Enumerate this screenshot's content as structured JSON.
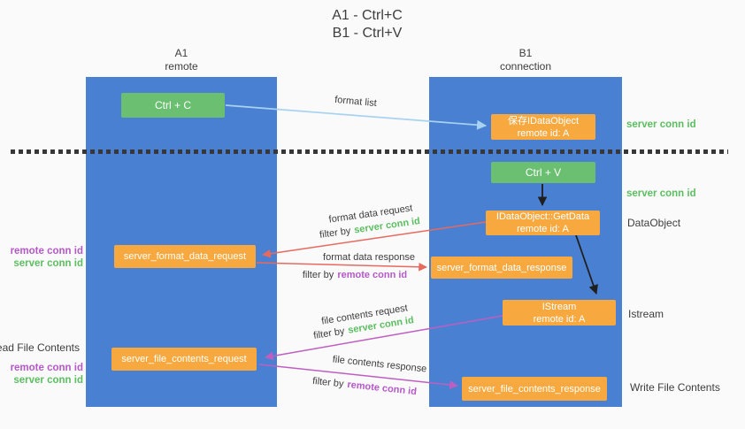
{
  "title": {
    "line1": "A1 - Ctrl+C",
    "line2": "B1 - Ctrl+V"
  },
  "lanes": {
    "left": {
      "name": "A1",
      "role": "remote"
    },
    "right": {
      "name": "B1",
      "role": "connection"
    }
  },
  "nodes": {
    "ctrl_c": {
      "label": "Ctrl + C"
    },
    "ctrl_v": {
      "label": "Ctrl + V"
    },
    "save_dataobject": {
      "line1": "保存IDataObject",
      "line2": "remote id: A"
    },
    "getdata": {
      "line1": "IDataObject::GetData",
      "line2": "remote id: A"
    },
    "istream": {
      "line1": "IStream",
      "line2": "remote id: A"
    },
    "server_format_data_request": {
      "label": "server_format_data_request"
    },
    "server_format_data_response": {
      "label": "server_format_data_response"
    },
    "server_file_contents_request": {
      "label": "server_file_contents_request"
    },
    "server_file_contents_response": {
      "label": "server_file_contents_response"
    }
  },
  "edge_labels": {
    "format_list": "format list",
    "format_data_request": "format data request",
    "format_data_response": "format data response",
    "file_contents_request": "file contents request",
    "file_contents_response": "file contents response",
    "filter_by": "filter by",
    "server_conn_id": "server conn id",
    "remote_conn_id": "remote conn id"
  },
  "side_labels": {
    "right_server_conn_id_1": "server conn id",
    "right_server_conn_id_2": "server conn id",
    "dataobject": "DataObject",
    "istream": "Istream",
    "write_file_contents": "Write File Contents",
    "read_file_contents": "Read File Contents",
    "left_remote_conn_id_1": "remote conn id",
    "left_server_conn_id_1": "server conn id",
    "left_remote_conn_id_2": "remote conn id",
    "left_server_conn_id_2": "server conn id"
  },
  "colors": {
    "lane_blue": "#4a80d2",
    "node_green": "#6abf70",
    "node_orange": "#f7a93f",
    "text_dark": "#3d3d3d",
    "conn_green": "#5cbe60",
    "conn_purple": "#b558c8",
    "arrow_red": "#e8695d",
    "arrow_magenta": "#bf5ec1",
    "arrow_blue": "#a8d3f0",
    "arrow_black": "#1f1f1f",
    "background": "#fafafa"
  }
}
